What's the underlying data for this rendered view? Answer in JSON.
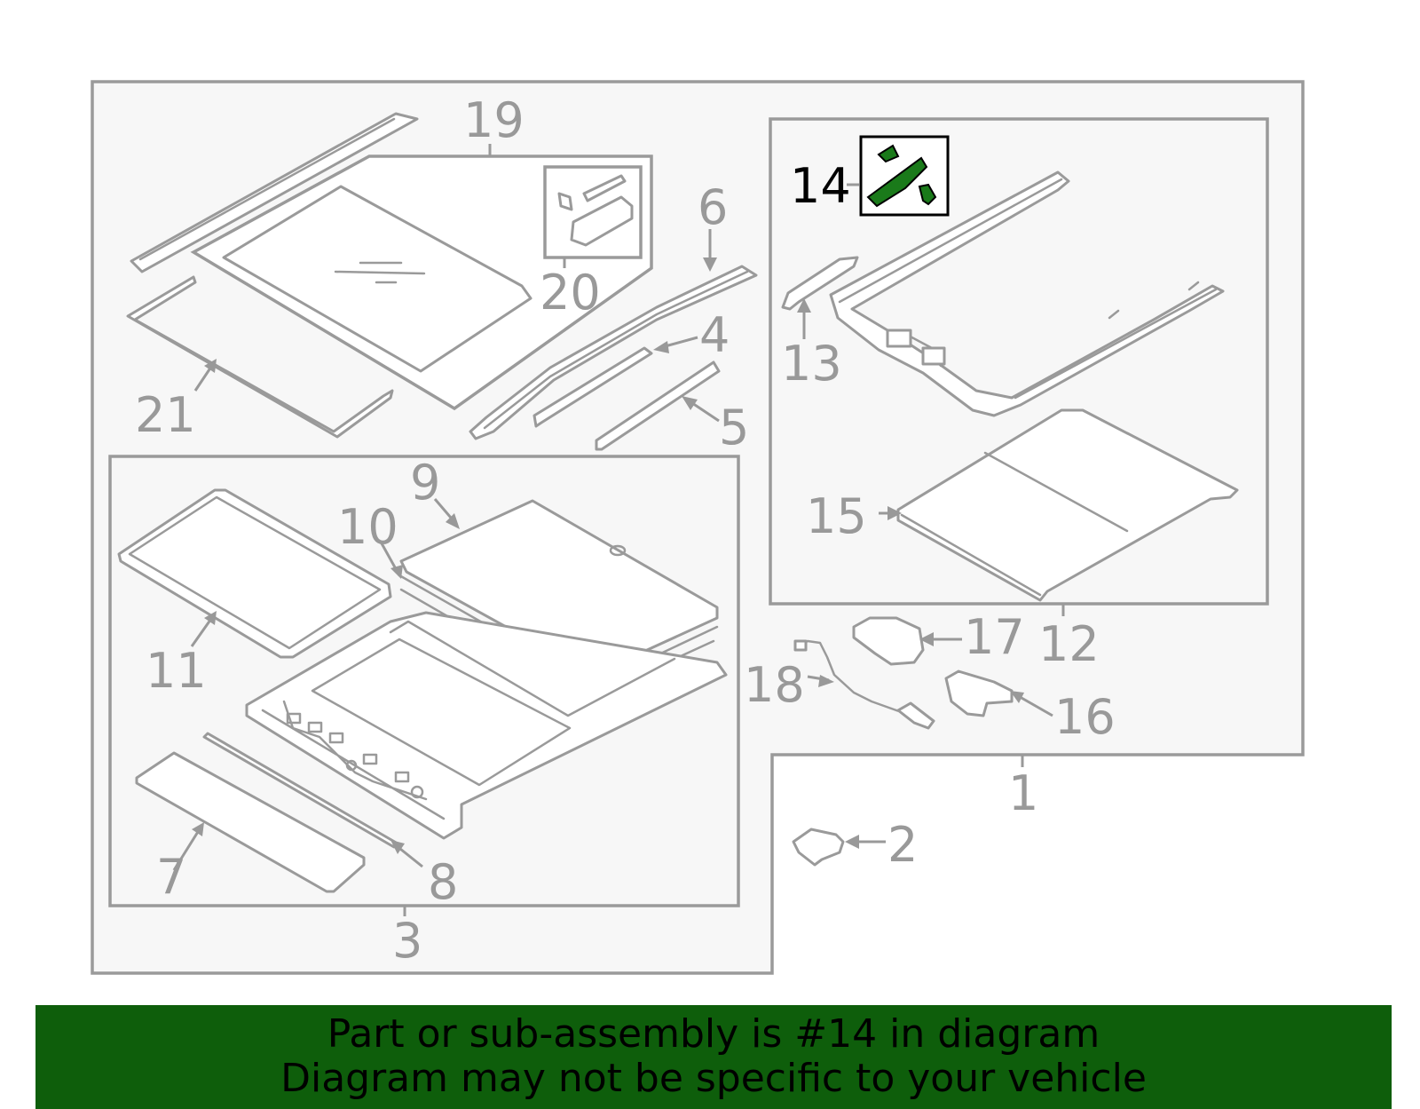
{
  "callouts": [
    {
      "id": "1",
      "label": "1"
    },
    {
      "id": "2",
      "label": "2"
    },
    {
      "id": "3",
      "label": "3"
    },
    {
      "id": "4",
      "label": "4"
    },
    {
      "id": "5",
      "label": "5"
    },
    {
      "id": "6",
      "label": "6"
    },
    {
      "id": "7",
      "label": "7"
    },
    {
      "id": "8",
      "label": "8"
    },
    {
      "id": "9",
      "label": "9"
    },
    {
      "id": "10",
      "label": "10"
    },
    {
      "id": "11",
      "label": "11"
    },
    {
      "id": "12",
      "label": "12"
    },
    {
      "id": "13",
      "label": "13"
    },
    {
      "id": "14",
      "label": "14",
      "highlighted": true
    },
    {
      "id": "15",
      "label": "15"
    },
    {
      "id": "16",
      "label": "16"
    },
    {
      "id": "17",
      "label": "17"
    },
    {
      "id": "18",
      "label": "18"
    },
    {
      "id": "19",
      "label": "19"
    },
    {
      "id": "20",
      "label": "20"
    },
    {
      "id": "21",
      "label": "21"
    }
  ],
  "banner": {
    "line1": "Part or sub-assembly is #14 in diagram",
    "line2": "Diagram may not be specific to your vehicle"
  },
  "colors": {
    "highlight": "#1a7a1a",
    "banner": "#0e5e0b",
    "line": "#9a9a9a"
  }
}
